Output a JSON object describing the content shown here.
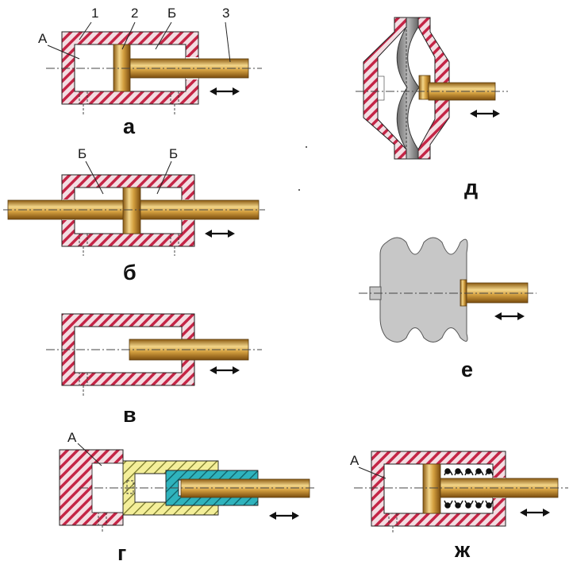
{
  "captions": {
    "a": "а",
    "b": "б",
    "v": "в",
    "g": "г",
    "d": "д",
    "e": "е",
    "zh": "ж"
  },
  "callouts": {
    "one": "1",
    "two": "2",
    "three": "3",
    "B": "Б",
    "A": "А"
  },
  "colors": {
    "hatch_red": "#c42546",
    "body_fill": "#f3dde2",
    "rod_gold": "#c89538",
    "sleeve_yellow": "#f4ef9a",
    "sleeve_cyan": "#2fb3bd",
    "bellows_gray": "#c7c7c7",
    "membrane_gray": "#8a8a8a"
  },
  "icons": {
    "motion": "double-arrow-icon"
  }
}
